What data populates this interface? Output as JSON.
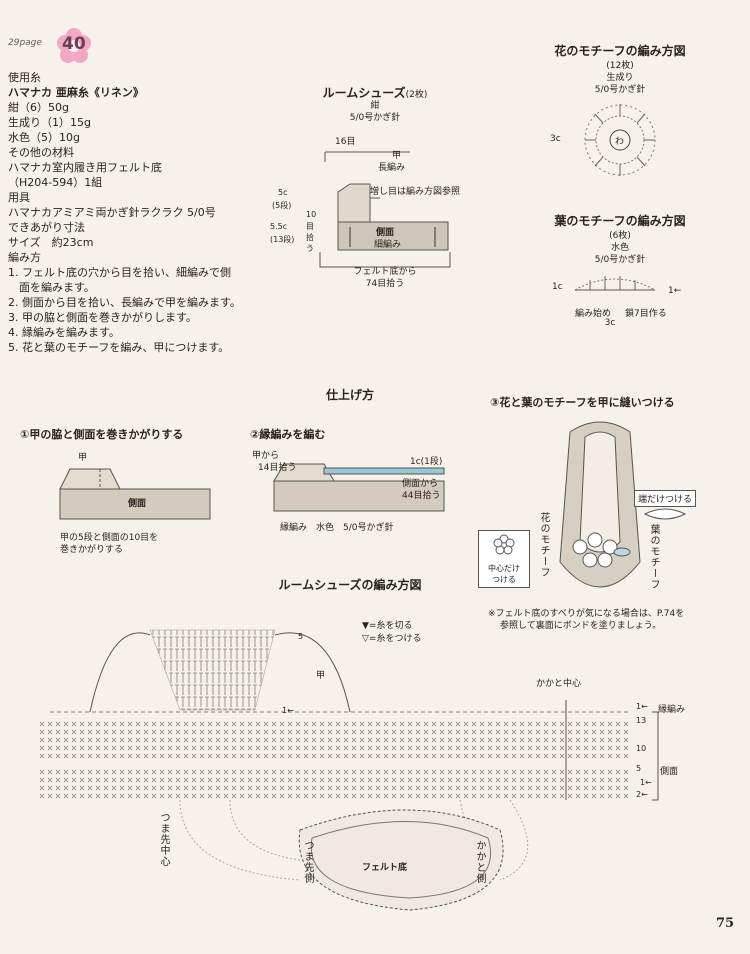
{
  "badge": {
    "page_ref": "29page",
    "num": "40"
  },
  "materials": {
    "yarn_heading": "使用糸",
    "yarn_name": "ハマナカ 亜麻糸《リネン》",
    "colors": [
      "紺（6）50g",
      "生成り（1）15g",
      "水色（5）10g"
    ],
    "other_heading": "その他の材料",
    "felt_sole": "ハマナカ室内履き用フェルト底",
    "felt_code": "（H204-594）1組",
    "tools_heading": "用具",
    "hook": "ハマナカアミアミ両かぎ針ラクラク 5/0号",
    "size_heading": "できあがり寸法",
    "size": "サイズ　約23cm",
    "method_heading": "編み方",
    "steps": [
      "1. フェルト底の穴から目を拾い、細編みで側",
      "　面を編みます。",
      "2. 側面から目を拾い、長編みで甲を編みます。",
      "3. 甲の脇と側面を巻きかがりします。",
      "4. 縁編みを編みます。",
      "5. 花と葉のモチーフを編み、甲につけます。"
    ]
  },
  "room_shoes": {
    "title": "ルームシューズ",
    "count": "(2枚)",
    "color": "紺",
    "hook": "5/0号かぎ針",
    "stitches_16": "16目",
    "instep": "甲",
    "long_stitch": "長編み",
    "increase_note": "増し目は編み方図参照",
    "dim_5c": "5c",
    "rows_5": "(5段)",
    "dim_55c": "5.5c",
    "rows_13": "(13段)",
    "pick_10": "10",
    "pick_me": "目",
    "pick_hiro": "拾",
    "pick_u": "う",
    "side": "側面",
    "sc": "細編み",
    "felt_from": "フェルト底から",
    "pick_74": "74目拾う"
  },
  "flower_motif": {
    "title": "花のモチーフの編み方図",
    "count": "(12枚)",
    "color": "生成り",
    "hook": "5/0号かぎ針",
    "dim": "3c",
    "center": "わ"
  },
  "leaf_motif": {
    "title": "葉のモチーフの編み方図",
    "count": "(6枚)",
    "color": "水色",
    "hook": "5/0号かぎ針",
    "dim_1c": "1c",
    "row1": "1←",
    "start": "編み始め",
    "chain": "鎖7目作る",
    "dim_3c": "3c"
  },
  "finishing": {
    "title": "仕上げ方",
    "step1_title": "①甲の脇と側面を巻きかがりする",
    "step1_instep": "甲",
    "step1_side": "側面",
    "step1_note_a": "甲の5段と側面の10目を",
    "step1_note_b": "巻きかがりする",
    "step2_title": "②縁編みを編む",
    "step2_from_instep": "甲から",
    "step2_pick14": "14目拾う",
    "step2_rows": "1c(1段)",
    "step2_from_side": "側面から",
    "step2_pick44": "44目拾う",
    "step2_edge": "縁編み　水色　5/0号かぎ針",
    "step3_title": "③花と葉のモチーフを甲に縫いつける",
    "attach_tip": "端だけつける",
    "flower_label": "花のモチーフ",
    "leaf_label": "葉のモチーフ",
    "center_only_a": "中心だけ",
    "center_only_b": "つける",
    "felt_note_a": "※フェルト底のすべりが気になる場合は、P.74を",
    "felt_note_b": "参照して裏面にボンドを塗りましょう。"
  },
  "chart": {
    "title": "ルームシューズの編み方図",
    "legend_cut": "=糸を切る",
    "legend_join": "=糸をつける",
    "heel_center": "かかと中心",
    "edge": "縁編み",
    "side": "側面",
    "instep": "甲",
    "toe_center": "つま先中心",
    "felt": "フェルト底",
    "toe_side": "つま先側",
    "heel_side": "かかと側",
    "row_labels": {
      "r1": "1←",
      "r13": "13",
      "r10": "10",
      "r5": "5",
      "r2": "2←",
      "k5": "5",
      "k1": "1←",
      "e1": "1←"
    }
  },
  "page_number": "75"
}
